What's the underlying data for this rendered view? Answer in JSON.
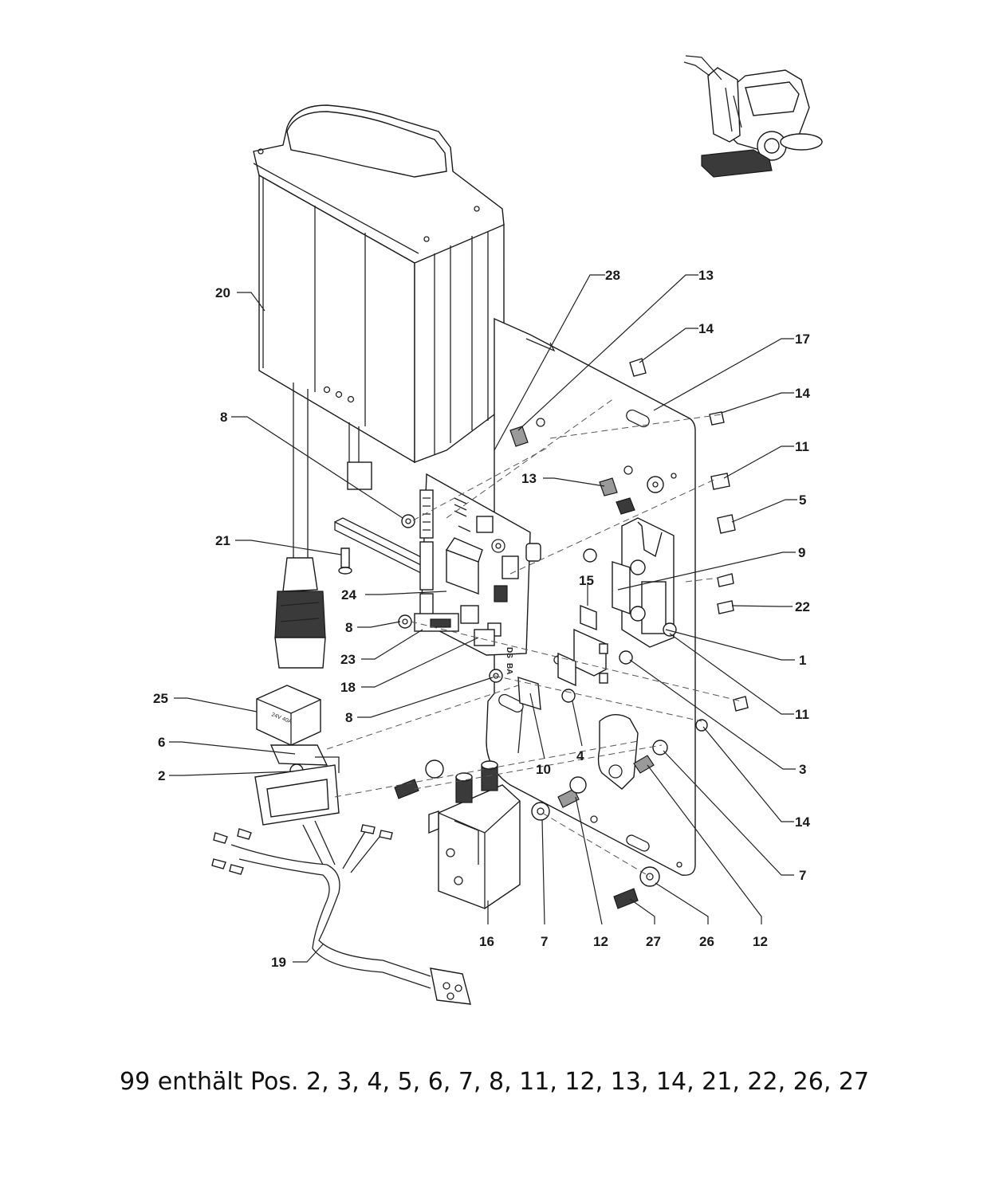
{
  "caption": "99 enthält Pos. 2, 3, 4, 5, 6, 7, 8, 11, 12, 13, 14, 21, 22, 26, 27",
  "callouts": [
    {
      "id": "c20",
      "label": "20"
    },
    {
      "id": "c28",
      "label": "28"
    },
    {
      "id": "c13a",
      "label": "13"
    },
    {
      "id": "c14a",
      "label": "14"
    },
    {
      "id": "c17",
      "label": "17"
    },
    {
      "id": "c14b",
      "label": "14"
    },
    {
      "id": "c8a",
      "label": "8"
    },
    {
      "id": "c11a",
      "label": "11"
    },
    {
      "id": "c13b",
      "label": "13"
    },
    {
      "id": "c5",
      "label": "5"
    },
    {
      "id": "c21",
      "label": "21"
    },
    {
      "id": "c9",
      "label": "9"
    },
    {
      "id": "c15",
      "label": "15"
    },
    {
      "id": "c24",
      "label": "24"
    },
    {
      "id": "c22",
      "label": "22"
    },
    {
      "id": "c8b",
      "label": "8"
    },
    {
      "id": "c1",
      "label": "1"
    },
    {
      "id": "c23",
      "label": "23"
    },
    {
      "id": "c18",
      "label": "18"
    },
    {
      "id": "c25",
      "label": "25"
    },
    {
      "id": "c8c",
      "label": "8"
    },
    {
      "id": "c11b",
      "label": "11"
    },
    {
      "id": "c6",
      "label": "6"
    },
    {
      "id": "c4",
      "label": "4"
    },
    {
      "id": "c10",
      "label": "10"
    },
    {
      "id": "c3",
      "label": "3"
    },
    {
      "id": "c2",
      "label": "2"
    },
    {
      "id": "c14c",
      "label": "14"
    },
    {
      "id": "c7a",
      "label": "7"
    },
    {
      "id": "c16",
      "label": "16"
    },
    {
      "id": "c7b",
      "label": "7"
    },
    {
      "id": "c12a",
      "label": "12"
    },
    {
      "id": "c27",
      "label": "27"
    },
    {
      "id": "c26",
      "label": "26"
    },
    {
      "id": "c12b",
      "label": "12"
    },
    {
      "id": "c19",
      "label": "19"
    }
  ],
  "board_markings": {
    "ds": "DS",
    "ba": "BA",
    "relay": "24V 40A"
  }
}
